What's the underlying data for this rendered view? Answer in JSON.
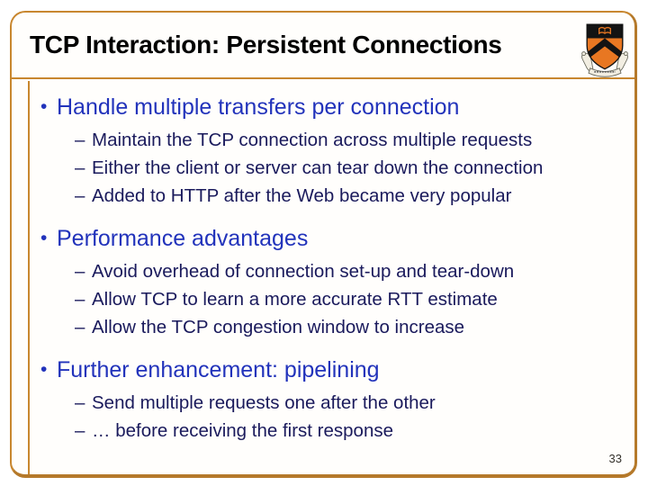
{
  "slide": {
    "title": "TCP Interaction: Persistent Connections",
    "page_number": "33",
    "logo": "princeton-shield-icon"
  },
  "markers": {
    "level1": "•",
    "level2": "–"
  },
  "bullets": [
    {
      "label": "Handle multiple transfers per connection",
      "subs": [
        "Maintain the TCP connection across multiple requests",
        "Either the client or server can tear down the connection",
        "Added to HTTP after the Web became very popular"
      ]
    },
    {
      "label": "Performance advantages",
      "subs": [
        "Avoid overhead of connection set-up and tear-down",
        "Allow TCP to learn a more accurate RTT estimate",
        "Allow the TCP congestion window to increase"
      ]
    },
    {
      "label": "Further enhancement: pipelining",
      "subs": [
        "Send multiple requests one after the other",
        "… before receiving the first response"
      ]
    }
  ],
  "colors": {
    "frame": "#C8872F",
    "frame_shadow": "#B5792A",
    "title": "#000000",
    "level1": "#2233BB",
    "level2": "#1A1A5C",
    "page_number": "#33302A",
    "princeton_orange": "#E87722",
    "crest_black": "#131313"
  }
}
